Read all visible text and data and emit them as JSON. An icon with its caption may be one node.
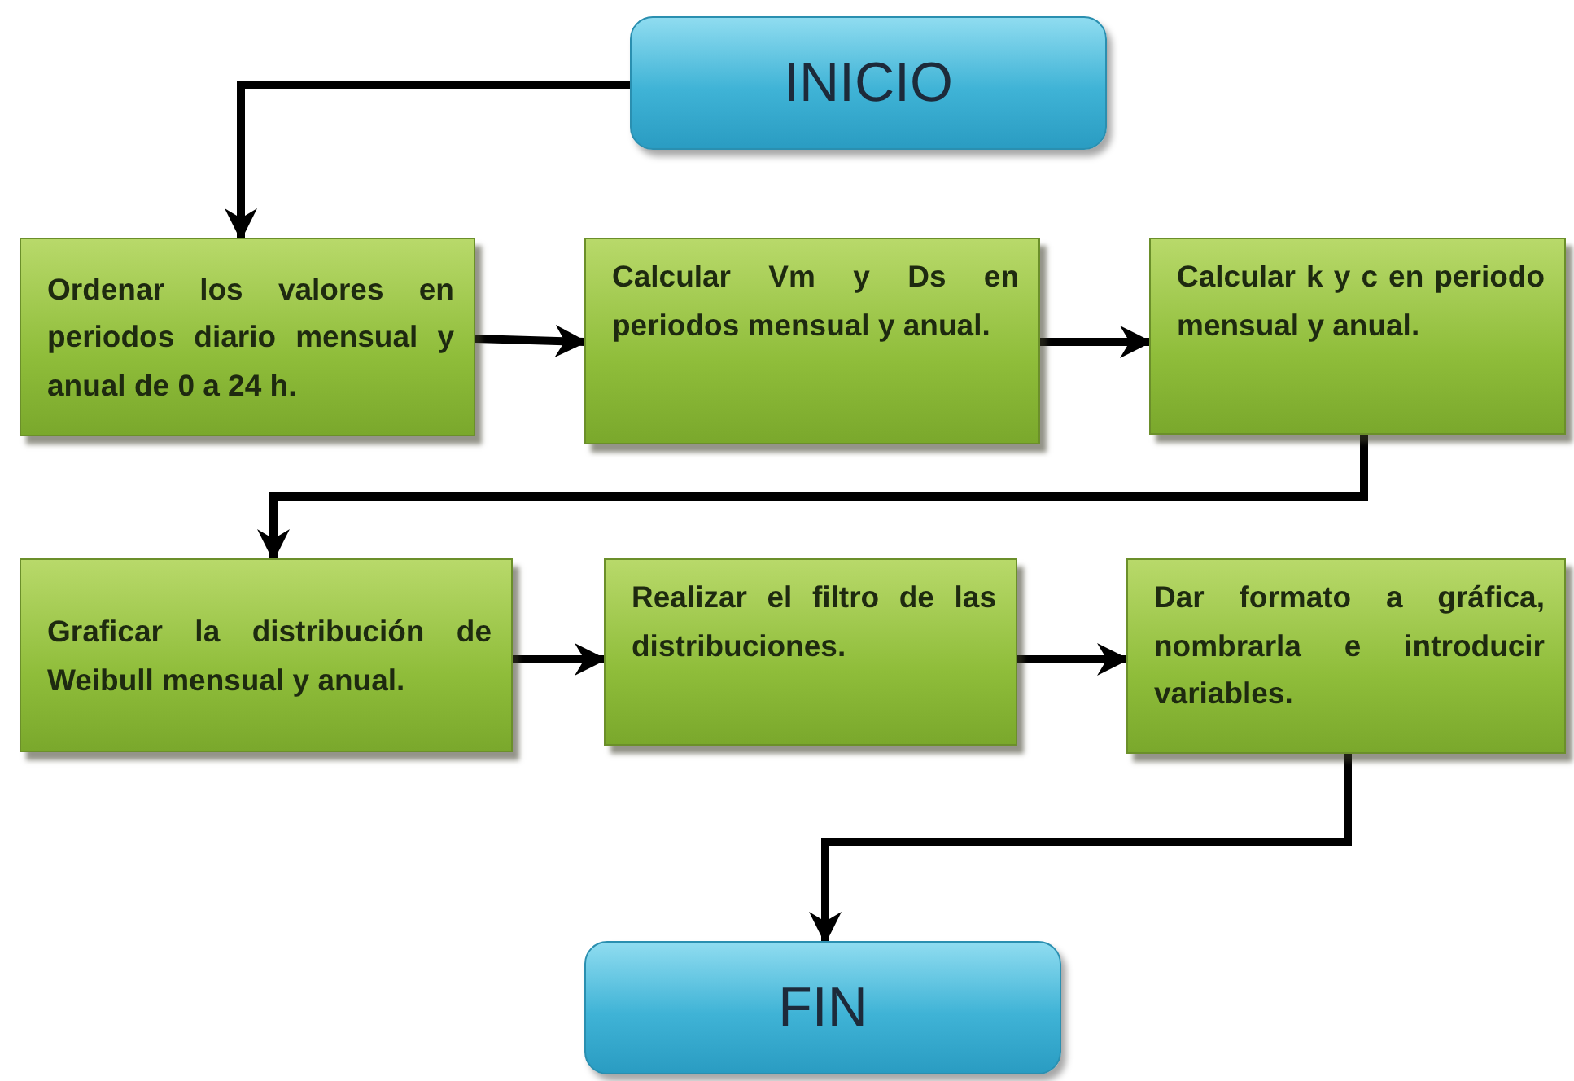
{
  "diagram": {
    "nodes": [
      {
        "text": [
          "INICIO"
        ]
      },
      {
        "text": [
          "Ordenar los valores en periodos diario mensual y anual de 0 a 24 h."
        ]
      },
      {
        "text": [
          "Calcular Vm y Ds en periodos mensual y anual."
        ]
      },
      {
        "text": [
          "Calcular k y c en periodo mensual y anual."
        ]
      },
      {
        "text": [
          "Graficar la distribución de Weibull mensual y anual."
        ]
      },
      {
        "text": [
          "Realizar el filtro de las distribuciones."
        ]
      },
      {
        "text": [
          "Dar formato a gráfica, nombrarla e introducir variables."
        ]
      },
      {
        "text": [
          "FIN"
        ]
      }
    ],
    "edges": [
      {
        "from": 0,
        "to": 1,
        "arrow": "to"
      },
      {
        "from": 1,
        "to": 2,
        "arrow": "to"
      },
      {
        "from": 2,
        "to": 3,
        "arrow": "to"
      },
      {
        "from": 3,
        "to": 4,
        "arrow": "to"
      },
      {
        "from": 4,
        "to": 5,
        "arrow": "to"
      },
      {
        "from": 5,
        "to": 6,
        "arrow": "to"
      },
      {
        "from": 6,
        "to": 7,
        "arrow": "to"
      }
    ]
  }
}
